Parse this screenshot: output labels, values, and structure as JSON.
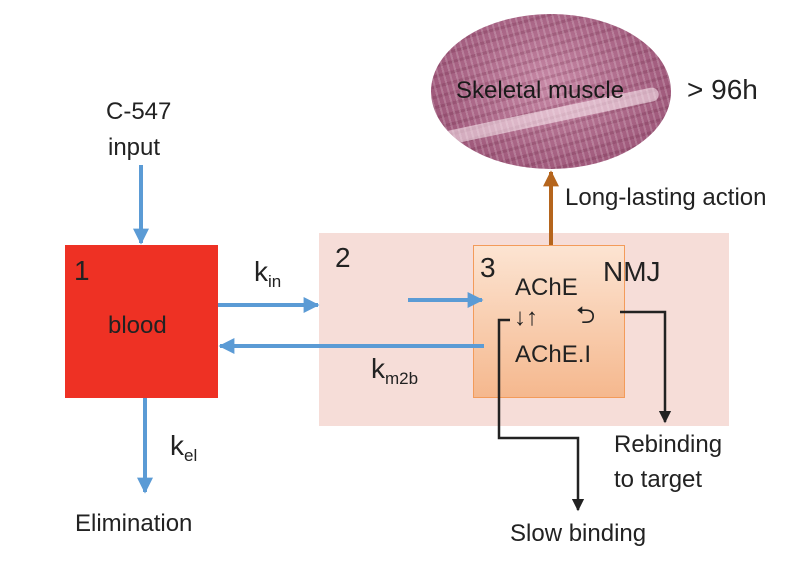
{
  "input": {
    "line1": "C-547",
    "line2": "input"
  },
  "compartment1": {
    "number": "1",
    "label": "blood"
  },
  "compartment2": {
    "number": "2"
  },
  "compartment3": {
    "number": "3",
    "nmj": "NMJ",
    "ache": "AChE",
    "equilibrium": "↓↑",
    "rebind_symbol": "⮌",
    "ache_i": "AChE.I"
  },
  "rates": {
    "k_in_main": "k",
    "k_in_sub": "in",
    "k_m2b_main": "k",
    "k_m2b_sub": "m2b",
    "k_el_main": "k",
    "k_el_sub": "el"
  },
  "outputs": {
    "elimination": "Elimination",
    "slow_binding": "Slow binding",
    "rebinding_line1": "Rebinding",
    "rebinding_line2": "to target"
  },
  "muscle": {
    "label": "Skeletal muscle",
    "duration": "> 96h",
    "action": "Long-lasting action"
  },
  "colors": {
    "blue_arrow": "#5b9bd5",
    "brown_arrow": "#b5651d",
    "blood": "#ee3124",
    "region2": "#f6ddd8",
    "region3_border": "#f39b5a"
  }
}
